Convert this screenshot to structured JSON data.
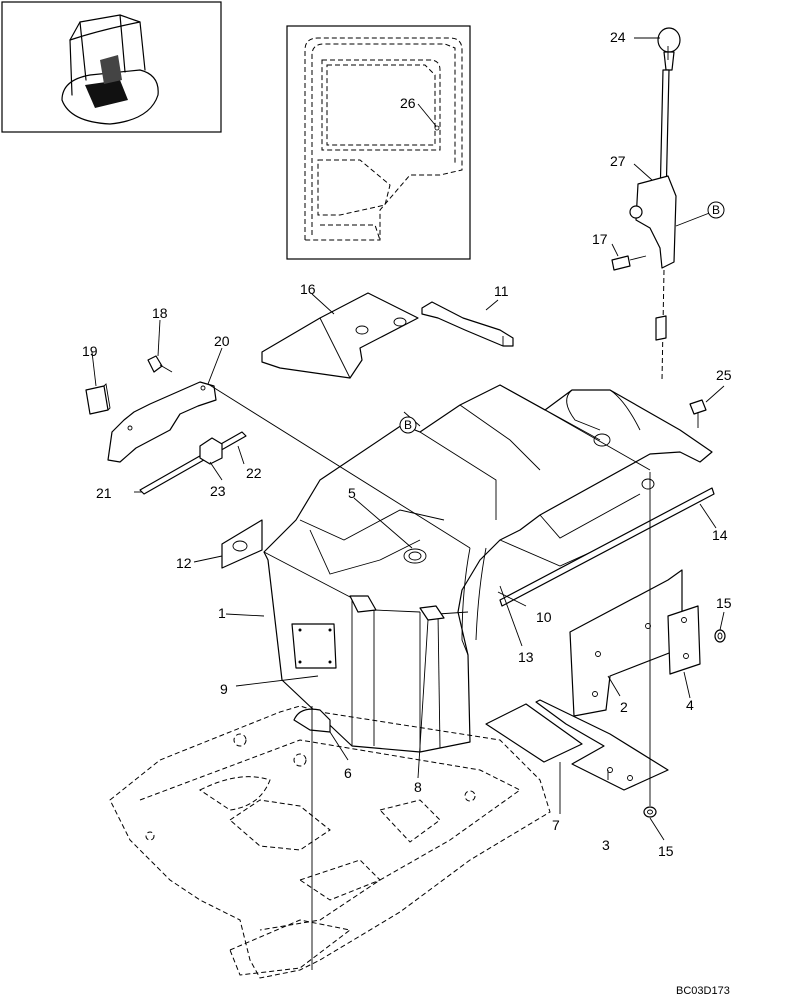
{
  "drawing_code": "BC03D173",
  "reference_marker": "B",
  "callouts": [
    "1",
    "2",
    "3",
    "4",
    "5",
    "6",
    "7",
    "8",
    "9",
    "10",
    "11",
    "12",
    "13",
    "14",
    "15",
    "15",
    "16",
    "17",
    "18",
    "19",
    "20",
    "21",
    "22",
    "23",
    "24",
    "25",
    "26",
    "27"
  ]
}
